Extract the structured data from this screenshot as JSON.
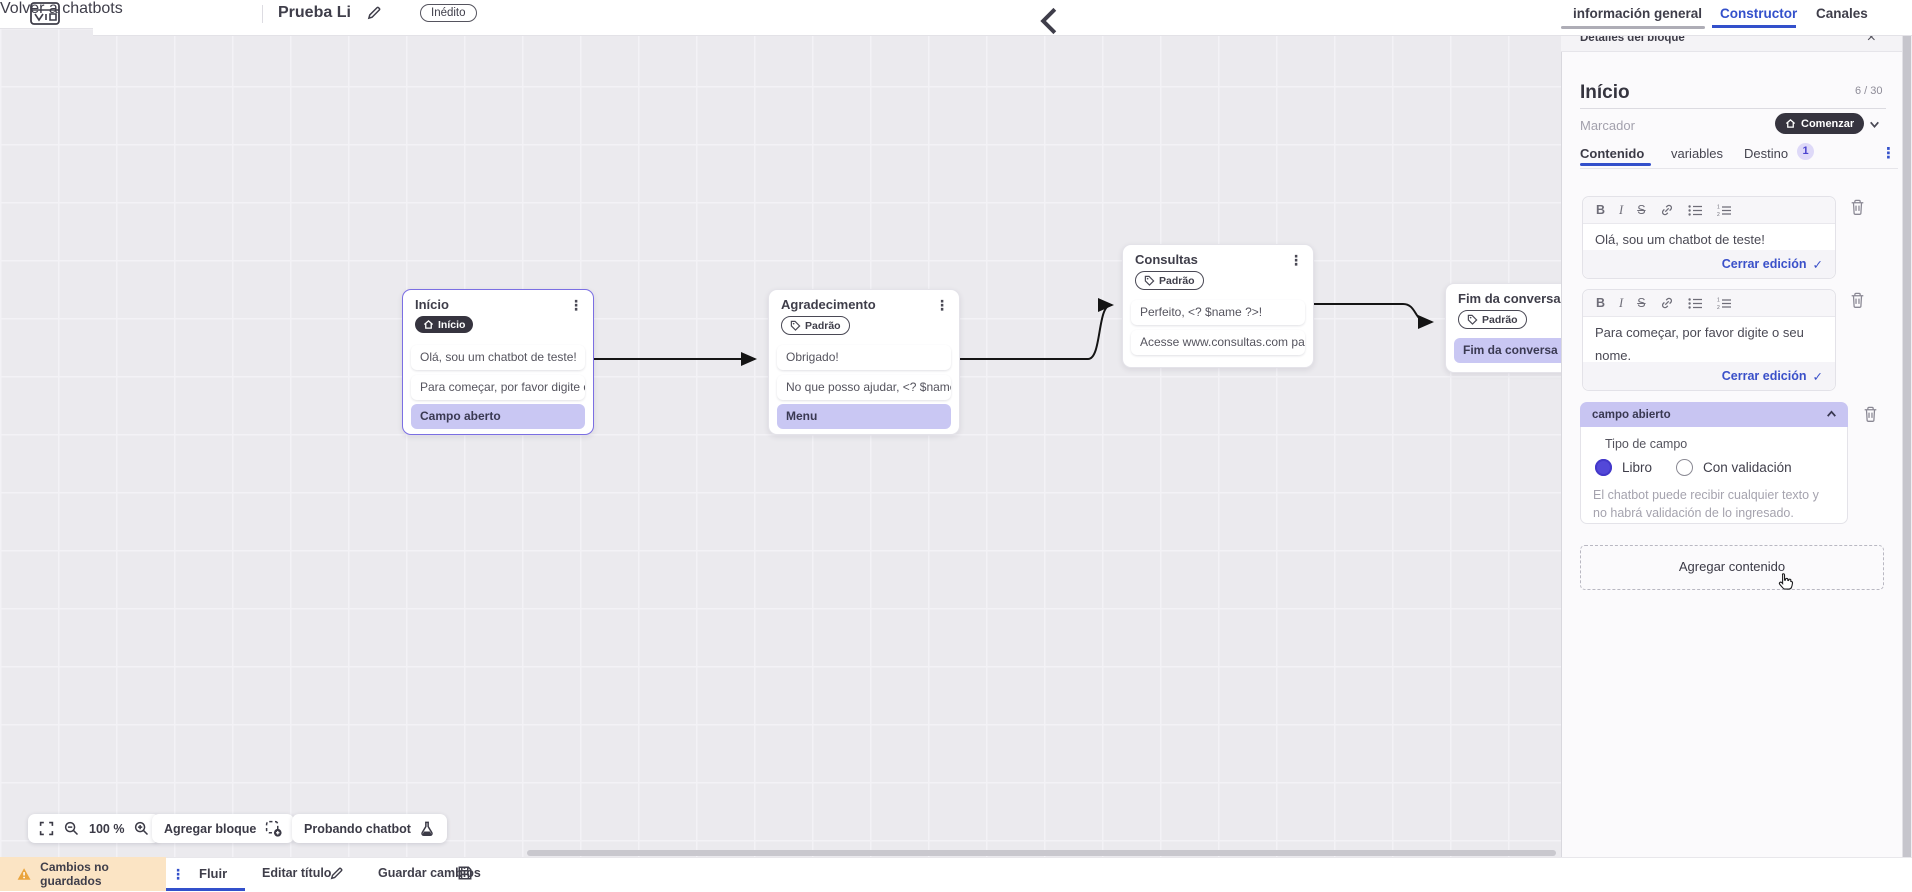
{
  "topbar": {
    "back_label": "Volver a chatbots",
    "title": "Prueba Li",
    "status_badge": "Inédito",
    "tabs": {
      "info": "información general",
      "constructor": "Constructor",
      "channels": "Canales"
    }
  },
  "canvas": {
    "nodes": [
      {
        "title": "Início",
        "badge": "Início",
        "items": [
          "Olá, sou um chatbot de teste!",
          "Para começar, por favor digite o ...",
          "Campo aberto"
        ]
      },
      {
        "title": "Agradecimento",
        "badge": "Padrão",
        "items": [
          "Obrigado!",
          "No que posso ajudar, <? $name ...",
          "Menu"
        ]
      },
      {
        "title": "Consultas",
        "badge": "Padrão",
        "items": [
          "Perfeito, <? $name ?>!",
          "Acesse www.consultas.com par..."
        ]
      },
      {
        "title": "Fim da conversa",
        "badge": "Padrão",
        "items": [
          "Fim da conversa"
        ]
      }
    ],
    "controls": {
      "zoom_level": "100 %",
      "add_block": "Agregar bloque",
      "test_chatbot": "Probando chatbot"
    }
  },
  "panel": {
    "header": "Detalles del bloque",
    "block_name": "Início",
    "counter": "6 / 30",
    "marker_label": "Marcador",
    "marker_value": "Comenzar",
    "tabs": {
      "content": "Contenido",
      "variables": "variables",
      "destination": "Destino",
      "destination_badge": "1"
    },
    "toolbar": {
      "bold": "B",
      "italic": "I",
      "strike": "S"
    },
    "editors": [
      {
        "text": "Olá, sou um chatbot de teste!",
        "close_label": "Cerrar edición",
        "check": "✓"
      },
      {
        "text": "Para começar, por favor digite o seu nome.",
        "close_label": "Cerrar edición",
        "check": "✓"
      }
    ],
    "open_field": {
      "header": "campo abierto",
      "type_label": "Tipo de campo",
      "option_free": "Libro",
      "option_validated": "Con validación",
      "helper": "El chatbot puede recibir cualquier texto y no habrá validación de lo ingresado."
    },
    "add_content": "Agregar contenido"
  },
  "bottombar": {
    "unsaved": "Cambios no guardados",
    "flow_tab": "Fluir",
    "edit_title": "Editar título",
    "save": "Guardar cambios"
  },
  "colors": {
    "accent_blue": "#3350cb",
    "lavender_chip": "#c9c7f3",
    "dark_pill": "#36343f",
    "warning_bg": "#fbe4c4",
    "canvas_bg": "#ebeaee"
  }
}
